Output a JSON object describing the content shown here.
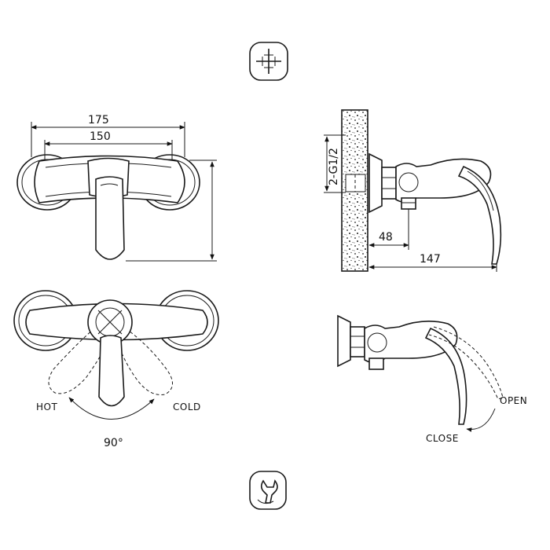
{
  "dimensions": {
    "overall_width": "175",
    "center_distance": "150",
    "thread": "2-G1/2",
    "wall_offset": "48",
    "depth": "147"
  },
  "labels": {
    "hot": "HOT",
    "cold": "COLD",
    "rotation": "90°",
    "open": "OPEN",
    "close": "CLOSE"
  },
  "icons": {
    "top": "crosshair-cross-icon",
    "bottom": "wrench-icon"
  }
}
